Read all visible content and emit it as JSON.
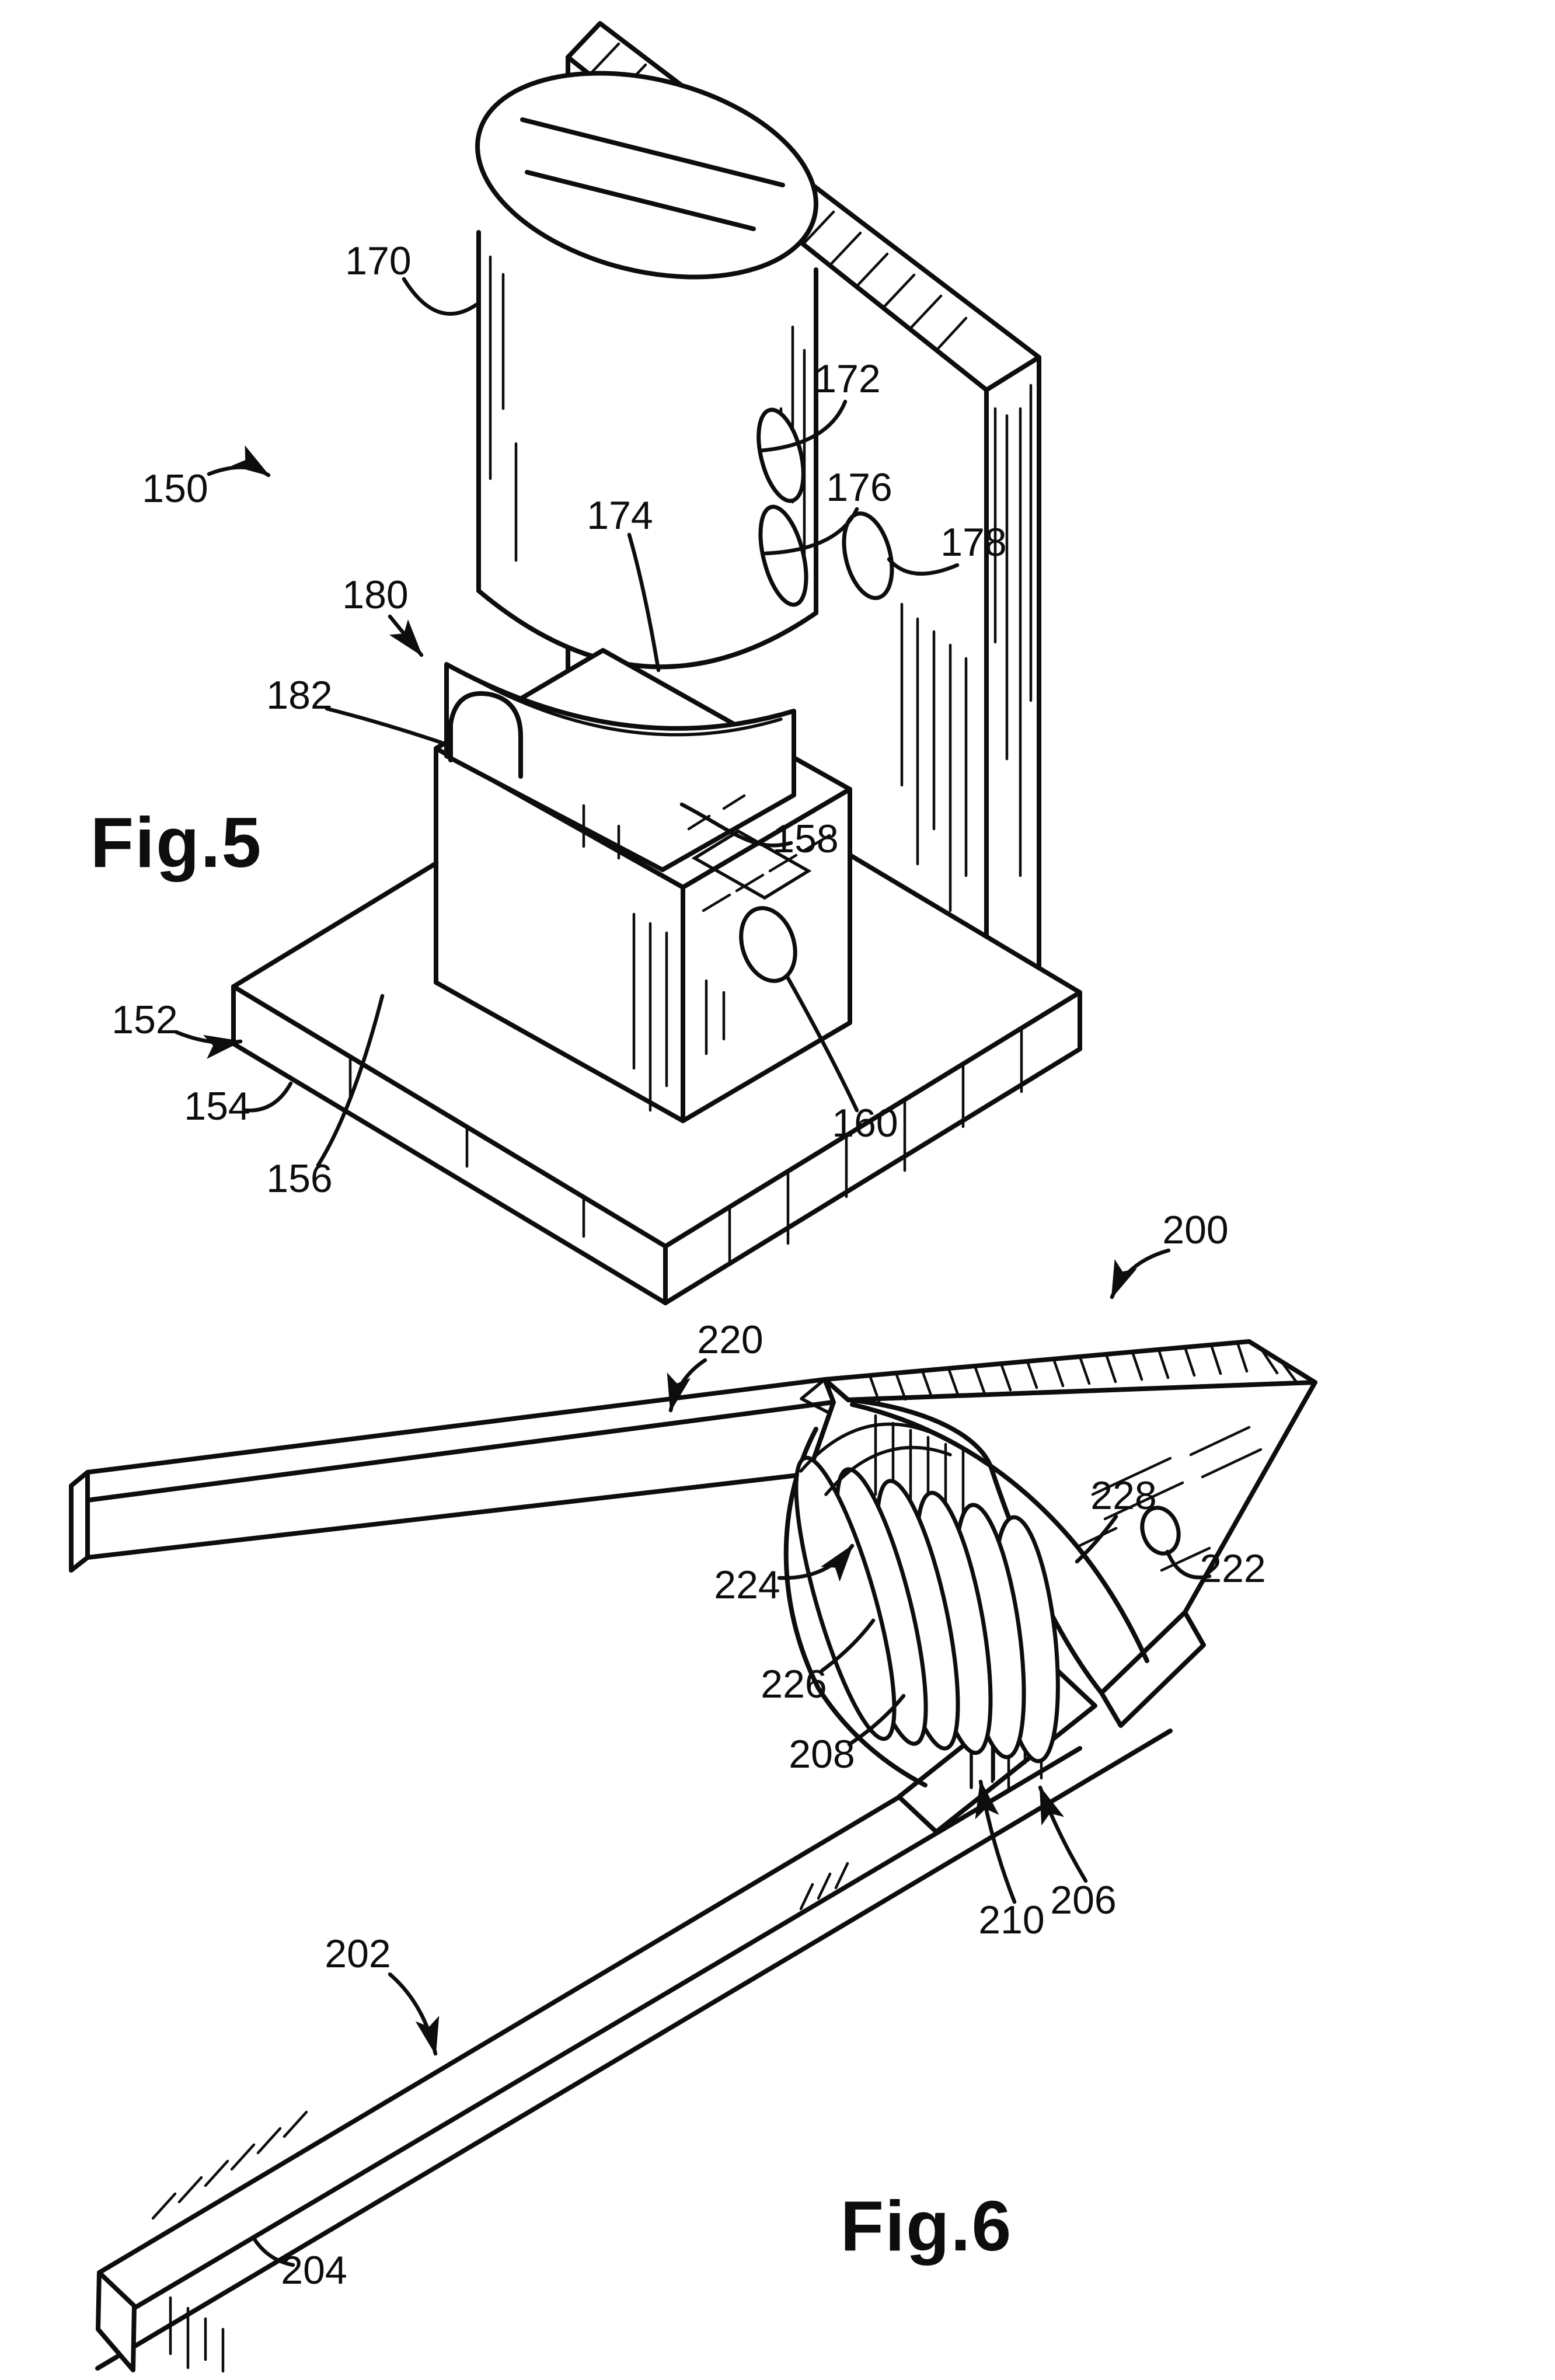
{
  "paper_color": "#ffffff",
  "ink_color": "#0d0d0d",
  "fig5": {
    "caption": "Fig.5",
    "labels": {
      "l150": "150",
      "l152": "152",
      "l154": "154",
      "l156": "156",
      "l158": "158",
      "l160": "160",
      "l170": "170",
      "l172": "172",
      "l174": "174",
      "l176": "176",
      "l178": "178",
      "l180": "180",
      "l182": "182"
    }
  },
  "fig6": {
    "caption": "Fig.6",
    "labels": {
      "l200": "200",
      "l202": "202",
      "l204": "204",
      "l206": "206",
      "l208": "208",
      "l210": "210",
      "l220": "220",
      "l222": "222",
      "l224": "224",
      "l226": "226",
      "l228": "228"
    }
  }
}
